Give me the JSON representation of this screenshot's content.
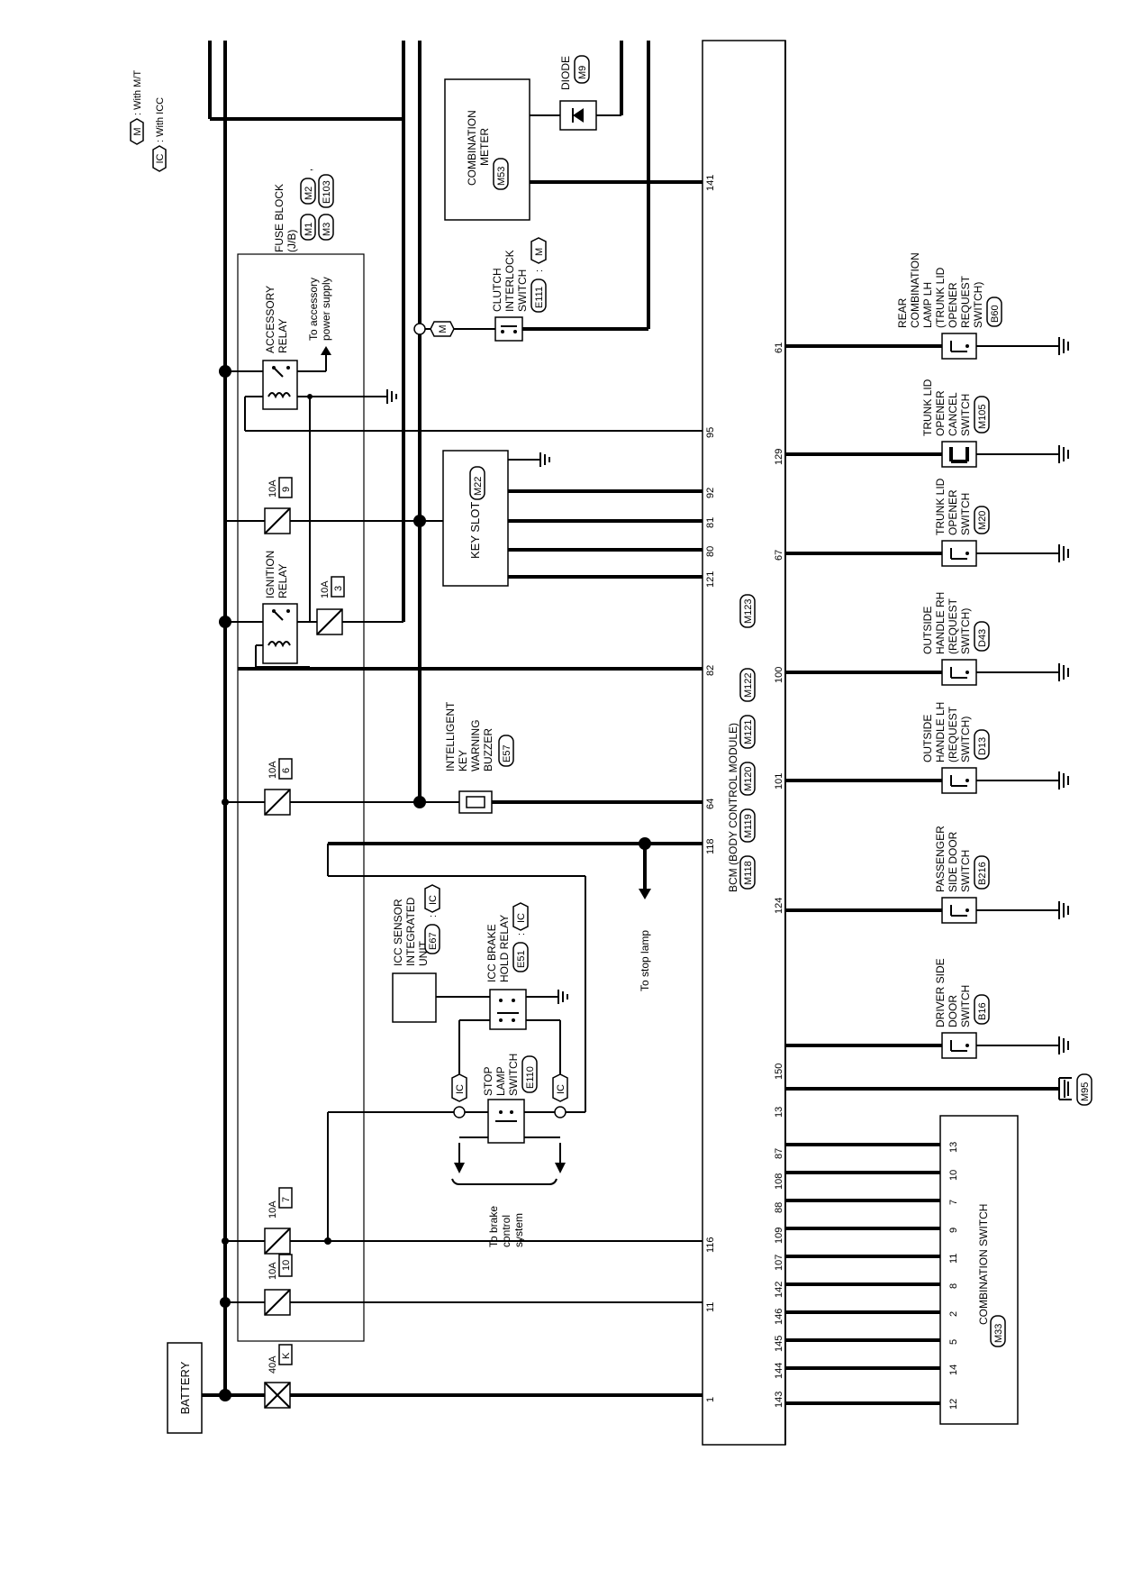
{
  "legend": {
    "m": {
      "code": "M",
      "text": ": With M/T"
    },
    "ic": {
      "code": "IC",
      "text": ": With ICC"
    }
  },
  "battery": "BATTERY",
  "fuses": {
    "f40a": {
      "amp": "40A",
      "code": "K"
    },
    "f10": {
      "amp": "10A",
      "code": "10"
    },
    "f7": {
      "amp": "10A",
      "code": "7"
    },
    "f6": {
      "amp": "10A",
      "code": "6"
    },
    "f3": {
      "amp": "10A",
      "code": "3"
    },
    "f9": {
      "amp": "10A",
      "code": "9"
    }
  },
  "fuse_block": {
    "line1": "FUSE BLOCK",
    "line2": "(J/B)",
    "c1": "M1",
    "c2": "M2",
    "c3": "M3",
    "c4": "E103",
    "comma": ","
  },
  "accessory_relay": {
    "line1": "ACCESSORY",
    "line2": "RELAY"
  },
  "to_accessory": {
    "line1": "To accessory",
    "line2": "power supply"
  },
  "ignition_relay": {
    "line1": "IGNITION",
    "line2": "RELAY"
  },
  "key_slot": {
    "label": "KEY SLOT",
    "code": "M22"
  },
  "combination_meter": {
    "line1": "COMBINATION",
    "line2": "METER",
    "code": "M53"
  },
  "diode": {
    "label": "DIODE",
    "code": "M9"
  },
  "clutch_switch": {
    "line1": "CLUTCH",
    "line2": "INTERLOCK",
    "line3": "SWITCH",
    "code": "E111",
    "sep": ":",
    "opt": "M"
  },
  "buzzer": {
    "line1": "INTELLIGENT",
    "line2": "KEY",
    "line3": "WARNING",
    "line4": "BUZZER",
    "code": "E57"
  },
  "to_stop_lamp": "To stop lamp",
  "icc_sensor": {
    "line1": "ICC SENSOR",
    "line2": "INTEGRATED",
    "line3": "UNIT",
    "code": "E67",
    "sep": ":",
    "opt": "IC"
  },
  "icc_brake_relay": {
    "line1": "ICC BRAKE",
    "line2": "HOLD RELAY",
    "code": "E51",
    "sep": ":",
    "opt": "IC"
  },
  "stop_lamp_switch": {
    "line1": "STOP",
    "line2": "LAMP",
    "line3": "SWITCH",
    "code": "E110"
  },
  "to_brake": {
    "line1": "To brake",
    "line2": "control",
    "line3": "system"
  },
  "bcm": {
    "label": "BCM (BODY CONTROL MODULE)",
    "c1": "M118",
    "c2": "M119",
    "c3": "M120",
    "c4": "M121",
    "c5": "M122",
    "c6": "M123",
    "comma": ","
  },
  "bcm_pins_top": {
    "p1": "1",
    "p11": "11",
    "p116": "116",
    "p118": "118",
    "p64": "64",
    "p82": "82",
    "p121": "121",
    "p80": "80",
    "p81": "81",
    "p92": "92",
    "p95": "95",
    "p141": "141"
  },
  "bcm_pins_bottom": [
    "143",
    "144",
    "145",
    "146",
    "142",
    "107",
    "109",
    "88",
    "108",
    "87",
    "13",
    "150",
    "124",
    "101",
    "100",
    "67",
    "129",
    "61"
  ],
  "combination_switch": {
    "label": "COMBINATION SWITCH",
    "code": "M33",
    "pins": [
      "12",
      "14",
      "5",
      "2",
      "8",
      "11",
      "9",
      "7",
      "10",
      "13"
    ]
  },
  "ground_m95": "M95",
  "sw_driver": {
    "line1": "DRIVER SIDE",
    "line2": "DOOR",
    "line3": "SWITCH",
    "code": "B16"
  },
  "sw_passenger": {
    "line1": "PASSENGER",
    "line2": "SIDE DOOR",
    "line3": "SWITCH",
    "code": "B216"
  },
  "sw_out_lh": {
    "line1": "OUTSIDE",
    "line2": "HANDLE LH",
    "line3": "(REQUEST",
    "line4": "SWITCH)",
    "code": "D13"
  },
  "sw_out_rh": {
    "line1": "OUTSIDE",
    "line2": "HANDLE RH",
    "line3": "(REQUEST",
    "line4": "SWITCH)",
    "code": "D43"
  },
  "sw_trunk_opener": {
    "line1": "TRUNK LID",
    "line2": "OPENER",
    "line3": "SWITCH",
    "code": "M20"
  },
  "sw_trunk_cancel": {
    "line1": "TRUNK LID",
    "line2": "OPENER",
    "line3": "CANCEL",
    "line4": "SWITCH",
    "code": "M105"
  },
  "sw_rear_lamp": {
    "line1": "REAR",
    "line2": "COMBINATION",
    "line3": "LAMP LH",
    "line4": "(TRUNK LID",
    "line5": "OPENER",
    "line6": "REQUEST",
    "line7": "SWITCH)",
    "code": "B60"
  }
}
